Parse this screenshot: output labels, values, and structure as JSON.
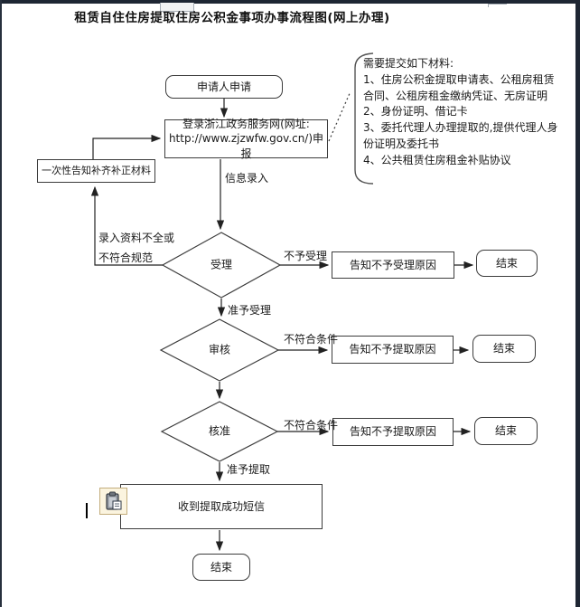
{
  "page": {
    "title": "租赁自住住房提取住房公积金事项办事流程图(网上办理)"
  },
  "flow": {
    "start": "申请人申请",
    "login": "登录浙江政务服务网(网址:\nhttp://www.zjzwfw.gov.cn/)申报",
    "supplement": "一次性告知补齐补正材料",
    "accept_diamond": "受理",
    "review_diamond": "审核",
    "approve_diamond": "核准",
    "reject_accept": "告知不予受理原因",
    "reject_extract_review": "告知不予提取原因",
    "reject_extract_approve": "告知不予提取原因",
    "sms": "收到提取成功短信",
    "end": "结束"
  },
  "labels": {
    "info_entry": "信息录入",
    "incomplete": "录入资料不全或\n不符合规范",
    "not_accepted": "不予受理",
    "accept_granted": "准予受理",
    "not_qualified_review": "不符合条件",
    "not_qualified_approve": "不符合条件",
    "extract_granted": "准予提取"
  },
  "note": {
    "text": "需要提交如下材料:\n1、住房公积金提取申请表、公租房租赁合同、公租房租金缴纳凭证、无房证明\n2、身份证明、借记卡\n3、委托代理人办理提取的,提供代理人身份证明及委托书\n4、公共租赁住房租金补贴协议"
  },
  "icons": {
    "paste_options": "clipboard-paste-icon",
    "text_cursor": "i-beam-cursor"
  },
  "colors": {
    "frame": "#1e2633",
    "shape_stroke": "#3c3c3c",
    "text": "#1a1a1a",
    "paste_icon_bg": "#fbf4df",
    "paste_icon_border": "#c3ad7c"
  }
}
